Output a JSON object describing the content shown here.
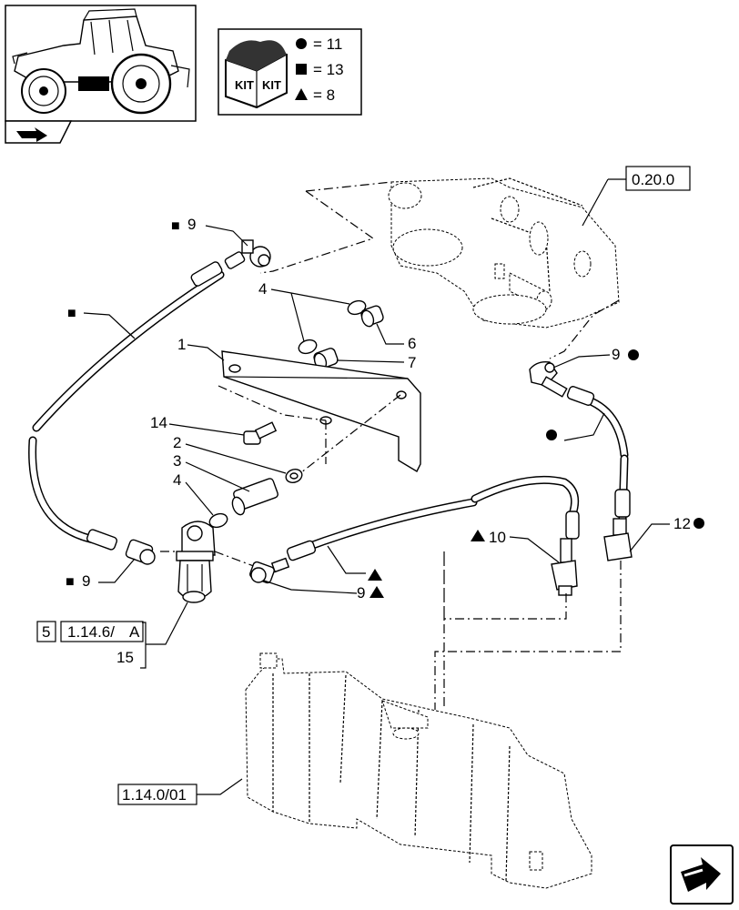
{
  "kit": {
    "icon_name": "kit-box-icon",
    "box_text_1": "KIT",
    "box_text_2": "KIT",
    "legend": [
      {
        "symbol": "circle",
        "text": "= 11"
      },
      {
        "symbol": "square",
        "text": "= 13"
      },
      {
        "symbol": "triangle",
        "text": "= 8"
      }
    ]
  },
  "references": {
    "engine": "0.20.0",
    "tank": "1.14.0/01",
    "filter_ref_a": "5",
    "filter_ref_b": "1.14.6/",
    "filter_ref_c": "A"
  },
  "callouts": {
    "c9_top": "9",
    "c4_top": "4",
    "c6": "6",
    "c7": "7",
    "c1": "1",
    "c14": "14",
    "c2": "2",
    "c3": "3",
    "c4_low": "4",
    "c9_left": "9",
    "c15": "15",
    "c9_tri": "9",
    "c10": "10",
    "c9_circ": "9",
    "c12": "12"
  },
  "icons": {
    "tractor": "tractor-thumbnail-icon",
    "nav_small": "nav-arrow-icon",
    "nav_large": "next-page-arrow-icon"
  }
}
